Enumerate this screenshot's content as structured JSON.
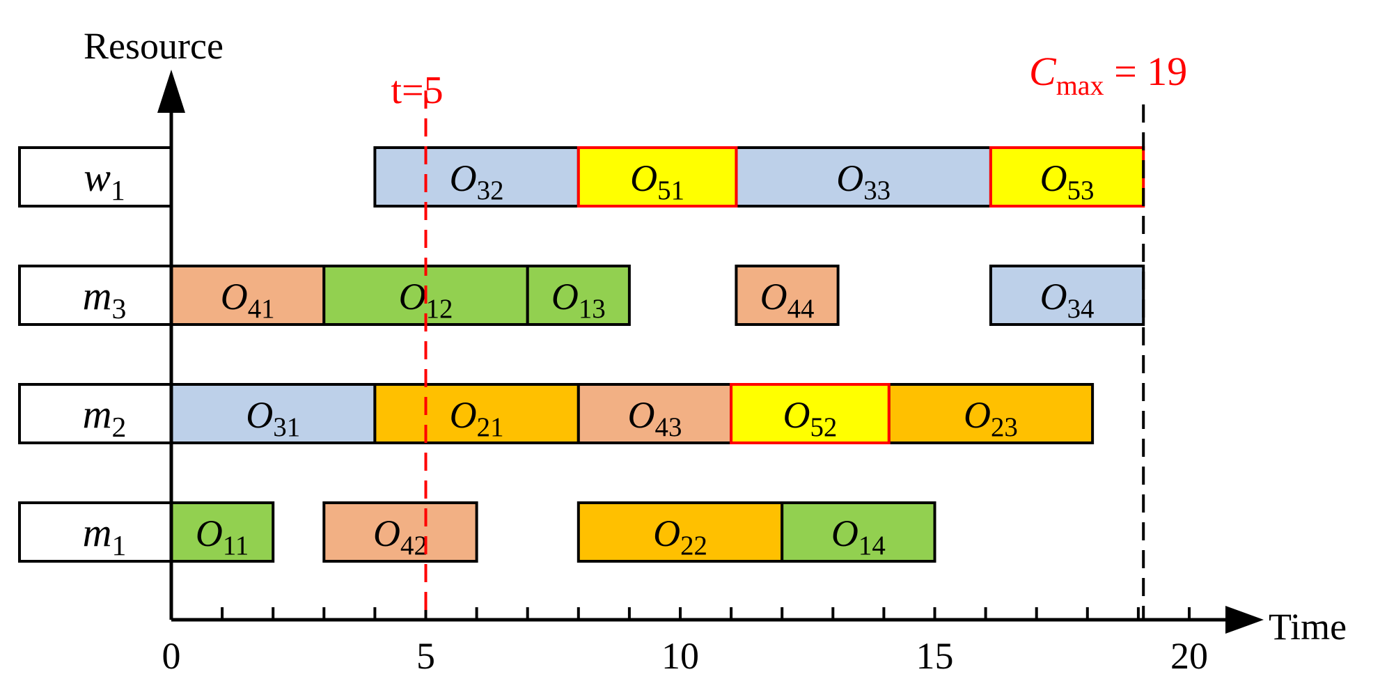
{
  "chart_data": {
    "type": "gantt",
    "ylabel": "Resource",
    "xlabel": "Time",
    "xlim": [
      0,
      21
    ],
    "x_ticks": [
      "0",
      "5",
      "10",
      "15",
      "20"
    ],
    "x_tick_values": [
      0,
      5,
      10,
      15,
      20
    ],
    "minor_tick_step": 1,
    "resources": [
      {
        "base": "w",
        "sub": "1"
      },
      {
        "base": "m",
        "sub": "3"
      },
      {
        "base": "m",
        "sub": "2"
      },
      {
        "base": "m",
        "sub": "1"
      }
    ],
    "operations": [
      {
        "resource": 0,
        "base": "O",
        "sub": "32",
        "start": 4,
        "end": 8,
        "color": "#bdd0e9",
        "highlight": false
      },
      {
        "resource": 0,
        "base": "O",
        "sub": "51",
        "start": 8,
        "end": 11.1,
        "color": "#ffff00",
        "highlight": true
      },
      {
        "resource": 0,
        "base": "O",
        "sub": "33",
        "start": 11.1,
        "end": 16.1,
        "color": "#bdd0e9",
        "highlight": false
      },
      {
        "resource": 0,
        "base": "O",
        "sub": "53",
        "start": 16.1,
        "end": 19.1,
        "color": "#ffff00",
        "highlight": true
      },
      {
        "resource": 1,
        "base": "O",
        "sub": "41",
        "start": 0,
        "end": 3,
        "color": "#f2b084",
        "highlight": false
      },
      {
        "resource": 1,
        "base": "O",
        "sub": "12",
        "start": 3,
        "end": 7,
        "color": "#92d050",
        "highlight": false
      },
      {
        "resource": 1,
        "base": "O",
        "sub": "13",
        "start": 7,
        "end": 9,
        "color": "#92d050",
        "highlight": false
      },
      {
        "resource": 1,
        "base": "O",
        "sub": "44",
        "start": 11.1,
        "end": 13.1,
        "color": "#f2b084",
        "highlight": false
      },
      {
        "resource": 1,
        "base": "O",
        "sub": "34",
        "start": 16.1,
        "end": 19.1,
        "color": "#bdd0e9",
        "highlight": false
      },
      {
        "resource": 2,
        "base": "O",
        "sub": "31",
        "start": 0,
        "end": 4,
        "color": "#bdd0e9",
        "highlight": false
      },
      {
        "resource": 2,
        "base": "O",
        "sub": "21",
        "start": 4,
        "end": 8,
        "color": "#ffc000",
        "highlight": false
      },
      {
        "resource": 2,
        "base": "O",
        "sub": "43",
        "start": 8,
        "end": 11,
        "color": "#f2b084",
        "highlight": false
      },
      {
        "resource": 2,
        "base": "O",
        "sub": "52",
        "start": 11,
        "end": 14.1,
        "color": "#ffff00",
        "highlight": true
      },
      {
        "resource": 2,
        "base": "O",
        "sub": "23",
        "start": 14.1,
        "end": 18.1,
        "color": "#ffc000",
        "highlight": false
      },
      {
        "resource": 3,
        "base": "O",
        "sub": "11",
        "start": 0,
        "end": 2,
        "color": "#92d050",
        "highlight": false
      },
      {
        "resource": 3,
        "base": "O",
        "sub": "42",
        "start": 3,
        "end": 6,
        "color": "#f2b084",
        "highlight": false
      },
      {
        "resource": 3,
        "base": "O",
        "sub": "22",
        "start": 8,
        "end": 12,
        "color": "#ffc000",
        "highlight": false
      },
      {
        "resource": 3,
        "base": "O",
        "sub": "14",
        "start": 12,
        "end": 15,
        "color": "#92d050",
        "highlight": false
      }
    ],
    "markers": [
      {
        "x": 5,
        "label": "t=5",
        "color": "#ff0000"
      },
      {
        "x": 19.1,
        "label_base": "C",
        "label_sub": "max",
        "label_rest": " = 19",
        "color": "#ff0000",
        "line_color": "#000000"
      }
    ],
    "colors": {
      "highlight_border": "#ff0000",
      "border": "#000000"
    }
  }
}
